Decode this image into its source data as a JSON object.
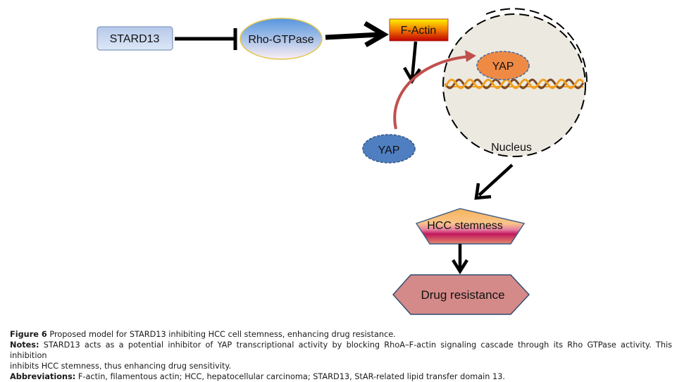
{
  "nodes": {
    "stard13": "STARD13",
    "rho_gtpase": "Rho-GTPase",
    "f_actin": "F-Actin",
    "yap_nuclear": "YAP",
    "yap_cytoplasm": "YAP",
    "nucleus": "Nucleus",
    "hcc_stemness": "HCC stemness",
    "drug_resistance": "Drug resistance"
  },
  "edges": [
    {
      "from": "STARD13",
      "to": "Rho-GTPase",
      "type": "inhibition"
    },
    {
      "from": "Rho-GTPase",
      "to": "F-Actin",
      "type": "activation"
    },
    {
      "from": "F-Actin",
      "to": "YAP translocation",
      "type": "activation"
    },
    {
      "from": "YAP (cytoplasm)",
      "to": "YAP (nucleus)",
      "type": "translocation"
    },
    {
      "from": "Nucleus",
      "to": "HCC stemness",
      "type": "activation"
    },
    {
      "from": "HCC stemness",
      "to": "Drug resistance",
      "type": "activation"
    }
  ],
  "colors": {
    "stard13_fill": "#c5d6ef",
    "rho_fill_top": "#5b9ae0",
    "rho_fill_bottom": "#f7e9f0",
    "rho_border": "#e9c84a",
    "factin_top": "#ffe600",
    "factin_bottom": "#c40000",
    "yap_nuclear_fill": "#ef8a45",
    "yap_cyto_fill": "#4f7fc0",
    "nucleus_fill": "#ece9e0",
    "translocation_arrow": "#c0504d",
    "stemness_top": "#f8b962",
    "stemness_band": "#c0185c",
    "drug_fill": "#d48a88",
    "shape_border": "#2f4a6e"
  },
  "caption": {
    "figure_label": "Figure 6",
    "figure_title": "Proposed model for STARD13 inhibiting HCC cell stemness, enhancing drug resistance.",
    "notes_label": "Notes:",
    "notes_line1": "STARD13 acts as a potential inhibitor of YAP transcriptional activity by blocking RhoA–F-actin signaling cascade through its Rho GTPase activity. This inhibition",
    "notes_line2": "inhibits HCC stemness, thus enhancing drug sensitivity.",
    "abbrev_label": "Abbreviations:",
    "abbrev_text": "F-actin, filamentous actin; HCC, hepatocellular carcinoma; STARD13, StAR-related lipid transfer domain 13."
  }
}
